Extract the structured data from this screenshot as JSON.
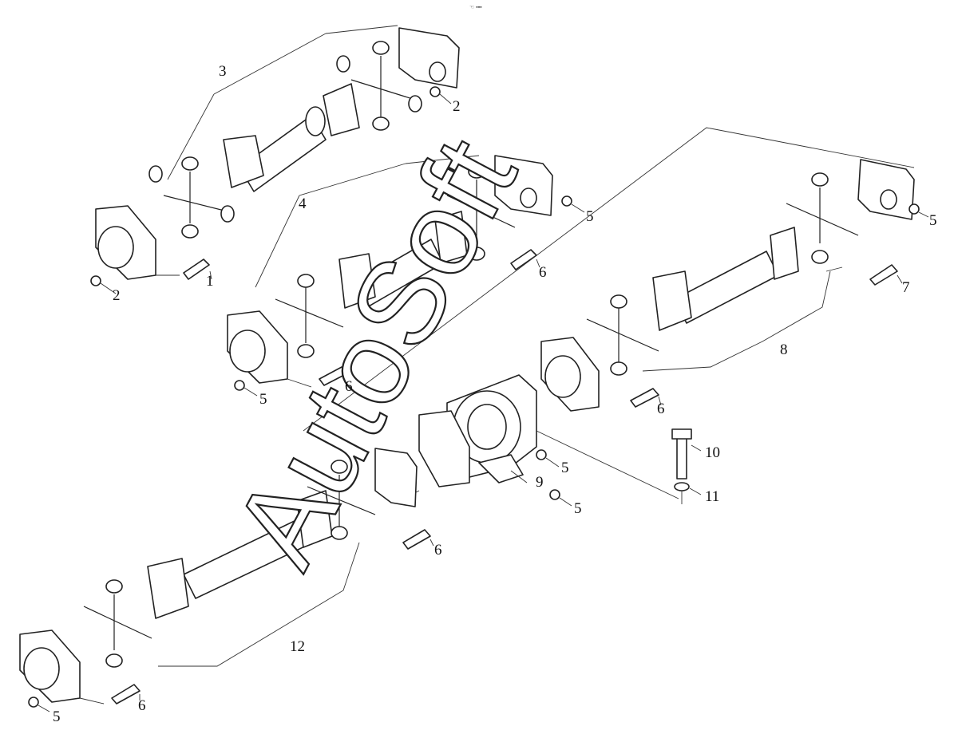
{
  "watermark": "AutoSoft",
  "top_mark": "☜ ▪▪▪",
  "labels": [
    "1",
    "2",
    "2",
    "3",
    "4",
    "5",
    "5",
    "5",
    "6",
    "6",
    "7",
    "8",
    "6",
    "10",
    "5",
    "9",
    "11",
    "5",
    "6",
    "12",
    "5",
    "6"
  ]
}
